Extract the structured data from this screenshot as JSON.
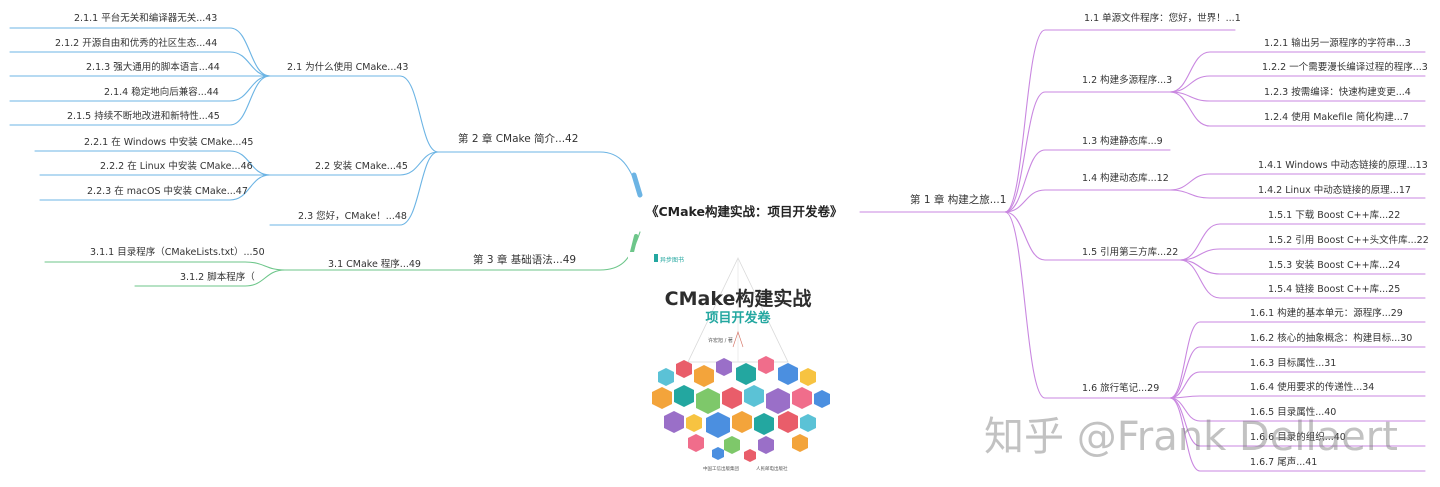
{
  "root": "《CMake构建实战：项目开发卷》",
  "colors": {
    "left_top": "#6cb4e4",
    "left_bottom": "#6dc68a",
    "right": "#c987e0",
    "cover_teal": "#23a7a0"
  },
  "right": {
    "chapter1": {
      "label": "第 1 章  构建之旅...1",
      "n11": "1.1 单源文件程序：您好，世界！...1",
      "n12": "1.2 构建多源程序...3",
      "n121": "1.2.1 输出另一源程序的字符串...3",
      "n122": "1.2.2 一个需要漫长编译过程的程序...3",
      "n123": "1.2.3 按需编译：快速构建变更...4",
      "n124": "1.2.4 使用 Makefile 简化构建...7",
      "n13": "1.3 构建静态库...9",
      "n14": "1.4 构建动态库...12",
      "n141": "1.4.1 Windows 中动态链接的原理...13",
      "n142": "1.4.2 Linux 中动态链接的原理...17",
      "n15": "1.5 引用第三方库...22",
      "n151": "1.5.1 下载 Boost C++库...22",
      "n152": "1.5.2 引用 Boost C++头文件库...22",
      "n153": "1.5.3 安装 Boost C++库...24",
      "n154": "1.5.4 链接 Boost C++库...25",
      "n16": "1.6 旅行笔记...29",
      "n161": "1.6.1 构建的基本单元：源程序...29",
      "n162": "1.6.2 核心的抽象概念：构建目标...30",
      "n163": "1.6.3 目标属性...31",
      "n164": "1.6.4 使用要求的传递性...34",
      "n165": "1.6.5 目录属性...40",
      "n166": "1.6.6 目录的组织...40",
      "n167": "1.6.7 尾声...41"
    }
  },
  "left": {
    "chapter2": {
      "label": "第 2 章  CMake 简介...42",
      "n21": "2.1 为什么使用 CMake...43",
      "n211": "2.1.1 平台无关和编译器无关...43",
      "n212": "2.1.2 开源自由和优秀的社区生态...44",
      "n213": "2.1.3 强大通用的脚本语言...44",
      "n214": "2.1.4 稳定地向后兼容...44",
      "n215": "2.1.5 持续不断地改进和新特性...45",
      "n22": "2.2 安装 CMake...45",
      "n221": "2.2.1 在 Windows 中安装 CMake...45",
      "n222": "2.2.2 在 Linux 中安装 CMake...46",
      "n223": "2.2.3 在 macOS 中安装 CMake...47",
      "n23": "2.3 您好，CMake！...48"
    },
    "chapter3": {
      "label": "第 3 章  基础语法...49",
      "n31": "3.1 CMake 程序...49",
      "n311": "3.1.1 目录程序（CMakeLists.txt）...50",
      "n312": "3.1.2 脚本程序（"
    }
  },
  "cover": {
    "title": "CMake构建实战",
    "subtitle": "项目开发卷",
    "logo": "异步图书",
    "author": "许宏旭 / 著",
    "publisher1": "中国工信出版集团",
    "publisher2": "人民邮电出版社"
  },
  "watermark": "知乎 @Frank Dellaert"
}
